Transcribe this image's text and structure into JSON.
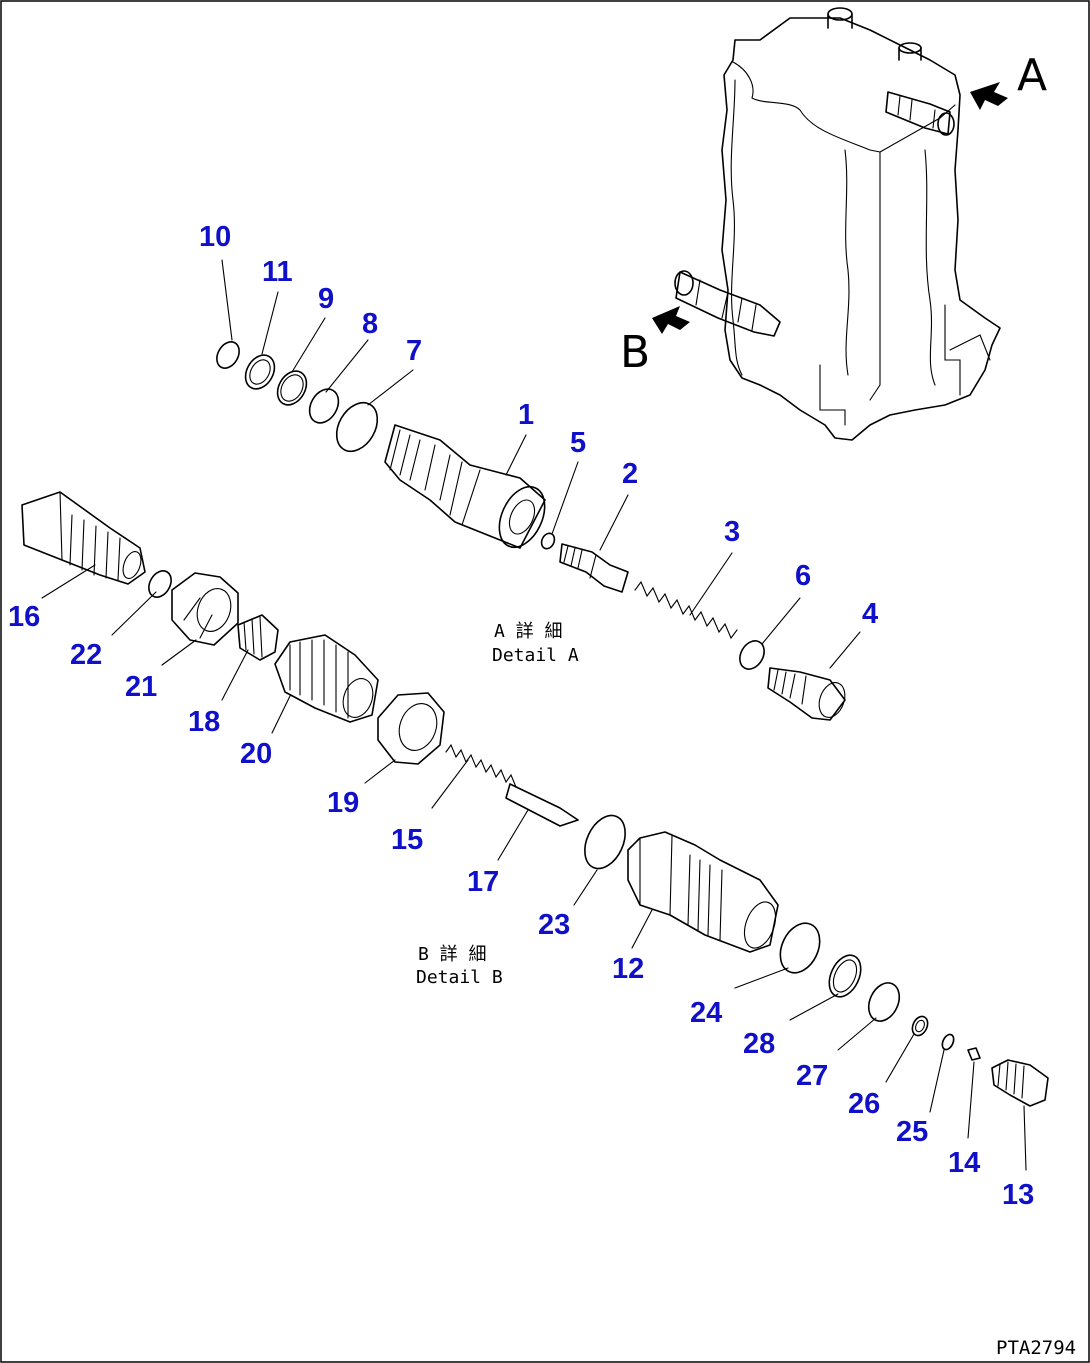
{
  "labels": {
    "view_a": "A",
    "view_b": "B",
    "detail_a_jp": "A 詳 細",
    "detail_a_en": "Detail A",
    "detail_b_jp": "B 詳 細",
    "detail_b_en": "Detail B",
    "drawing_code": "PTA2794"
  },
  "callouts": [
    {
      "id": "1",
      "text": "1"
    },
    {
      "id": "2",
      "text": "2"
    },
    {
      "id": "3",
      "text": "3"
    },
    {
      "id": "4",
      "text": "4"
    },
    {
      "id": "5",
      "text": "5"
    },
    {
      "id": "6",
      "text": "6"
    },
    {
      "id": "7",
      "text": "7"
    },
    {
      "id": "8",
      "text": "8"
    },
    {
      "id": "9",
      "text": "9"
    },
    {
      "id": "10",
      "text": "10"
    },
    {
      "id": "11",
      "text": "11"
    },
    {
      "id": "12",
      "text": "12"
    },
    {
      "id": "13",
      "text": "13"
    },
    {
      "id": "14",
      "text": "14"
    },
    {
      "id": "15",
      "text": "15"
    },
    {
      "id": "16",
      "text": "16"
    },
    {
      "id": "17",
      "text": "17"
    },
    {
      "id": "18",
      "text": "18"
    },
    {
      "id": "19",
      "text": "19"
    },
    {
      "id": "20",
      "text": "20"
    },
    {
      "id": "21",
      "text": "21"
    },
    {
      "id": "22",
      "text": "22"
    },
    {
      "id": "23",
      "text": "23"
    },
    {
      "id": "24",
      "text": "24"
    },
    {
      "id": "25",
      "text": "25"
    },
    {
      "id": "26",
      "text": "26"
    },
    {
      "id": "27",
      "text": "27"
    },
    {
      "id": "28",
      "text": "28"
    }
  ],
  "colors": {
    "callout": "#1010c8",
    "line": "#000000",
    "background": "#ffffff"
  }
}
